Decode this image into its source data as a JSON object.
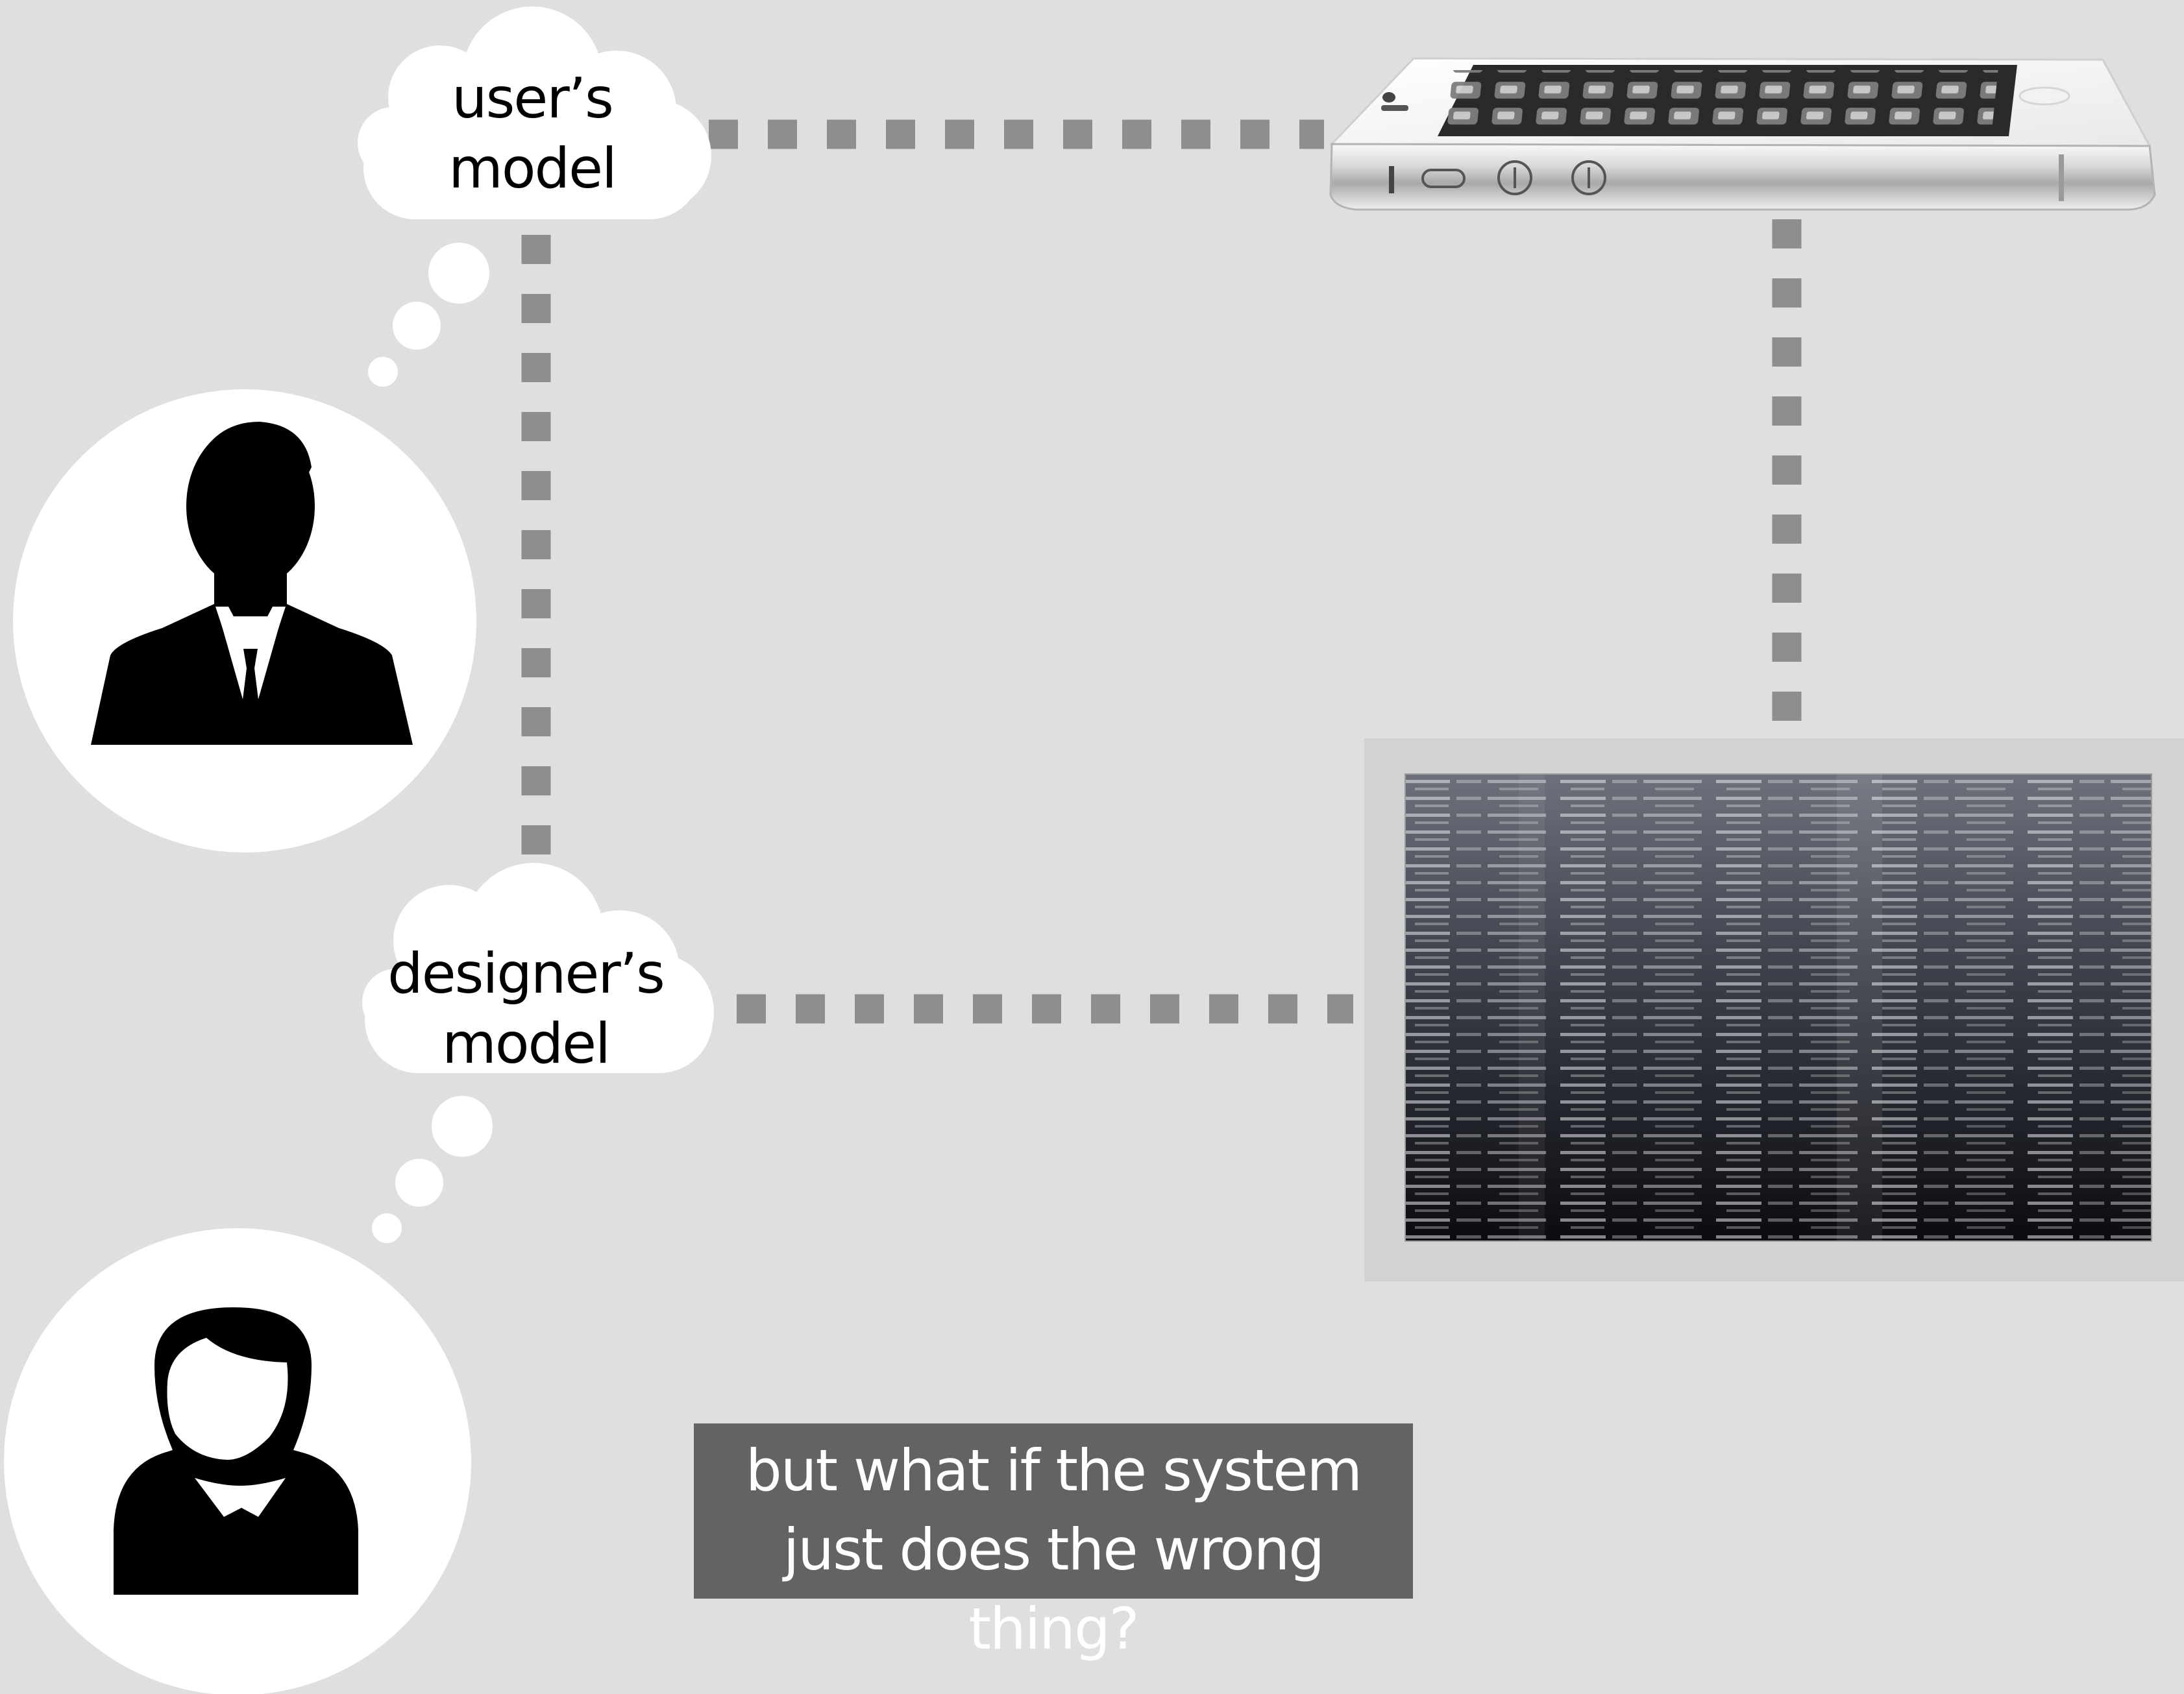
{
  "diagram": {
    "user_cloud": {
      "lines": [
        "user’s",
        "model"
      ]
    },
    "designer_cloud": {
      "lines": [
        "designer’s",
        "model"
      ]
    },
    "caption": {
      "lines": [
        "but what if the system",
        "just does the wrong thing?"
      ]
    },
    "people": [
      {
        "role": "user",
        "icon": "man-in-suit-silhouette-icon"
      },
      {
        "role": "designer",
        "icon": "woman-silhouette-icon"
      }
    ],
    "system_images": [
      "smartphone-icon",
      "source-code-screen"
    ],
    "colors": {
      "background": "#dfdfe0",
      "connector": "#8e8e8e",
      "bubble": "#ffffff",
      "caption_bg": "#636363",
      "silhouette": "#000000"
    }
  }
}
